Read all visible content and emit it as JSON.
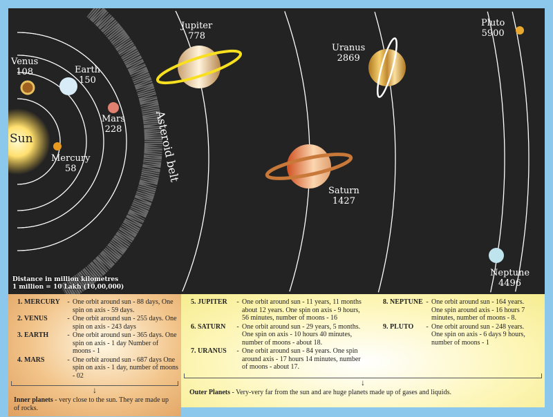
{
  "planets": {
    "sun": {
      "name": "Sun"
    },
    "mercury": {
      "name": "Mercury",
      "distance": "58"
    },
    "venus": {
      "name": "Venus",
      "distance": "108"
    },
    "earth": {
      "name": "Earth",
      "distance": "150"
    },
    "mars": {
      "name": "Mars",
      "distance": "228"
    },
    "jupiter": {
      "name": "Jupiter",
      "distance": "778"
    },
    "saturn": {
      "name": "Saturn",
      "distance": "1427"
    },
    "uranus": {
      "name": "Uranus",
      "distance": "2869"
    },
    "neptune": {
      "name": "Neptune",
      "distance": "4496"
    },
    "pluto": {
      "name": "Pluto",
      "distance": "5900"
    }
  },
  "asteroid_belt": "Asteroid belt",
  "note": {
    "line1": "Distance in million kilometres",
    "line2": "1 million = 10 Lakh (10,00,000)"
  },
  "inner": {
    "items": [
      {
        "name": "1. MERCURY",
        "text": "One orbit around sun - 88 days, One spin on axis - 59 days."
      },
      {
        "name": "2. VENUS",
        "text": "One orbit around sun - 255 days. One spin on axis - 243 days"
      },
      {
        "name": "3. EARTH",
        "text": "One orbit around sun - 365 days. One spin on axis - 1 day Number of moons - 1"
      },
      {
        "name": "4. MARS",
        "text": "One orbit around sun - 687 days One spin on axis - 1 day, number of moons - 02"
      }
    ],
    "summary_bold": "Inner planets",
    "summary_text": " - very close to the sun. They are made up of rocks."
  },
  "outer": {
    "items": [
      {
        "name": "5. JUPITER",
        "text": "One orbit around sun - 11 years, 11 months about 12 years. One spin on axis - 9 hours, 56 minutes, number of moons - 16"
      },
      {
        "name": "6. SATURN",
        "text": "One orbit around sun - 29 years, 5 months. One spin on axis - 10 hours 40 minutes, number of moons - about 18."
      },
      {
        "name": "7. URANUS",
        "text": "One orbit around sun - 84 years. One spin around axis - 17 hours 14 minutes, number of moons - about 17."
      },
      {
        "name": "8. NEPTUNE",
        "text": "One orbit around sun - 164 years. One spin around axis - 16 hours 7 minutes, number of moons - 8."
      },
      {
        "name": "9. PLUTO",
        "text": "One orbit around sun - 248 years. One spin on axis - 6 days 9 hours, number of moons - 1"
      }
    ],
    "summary_bold": "Outer Planets",
    "summary_text": " - Very-very far from the sun and are huge planets made up of gases and liquids."
  }
}
